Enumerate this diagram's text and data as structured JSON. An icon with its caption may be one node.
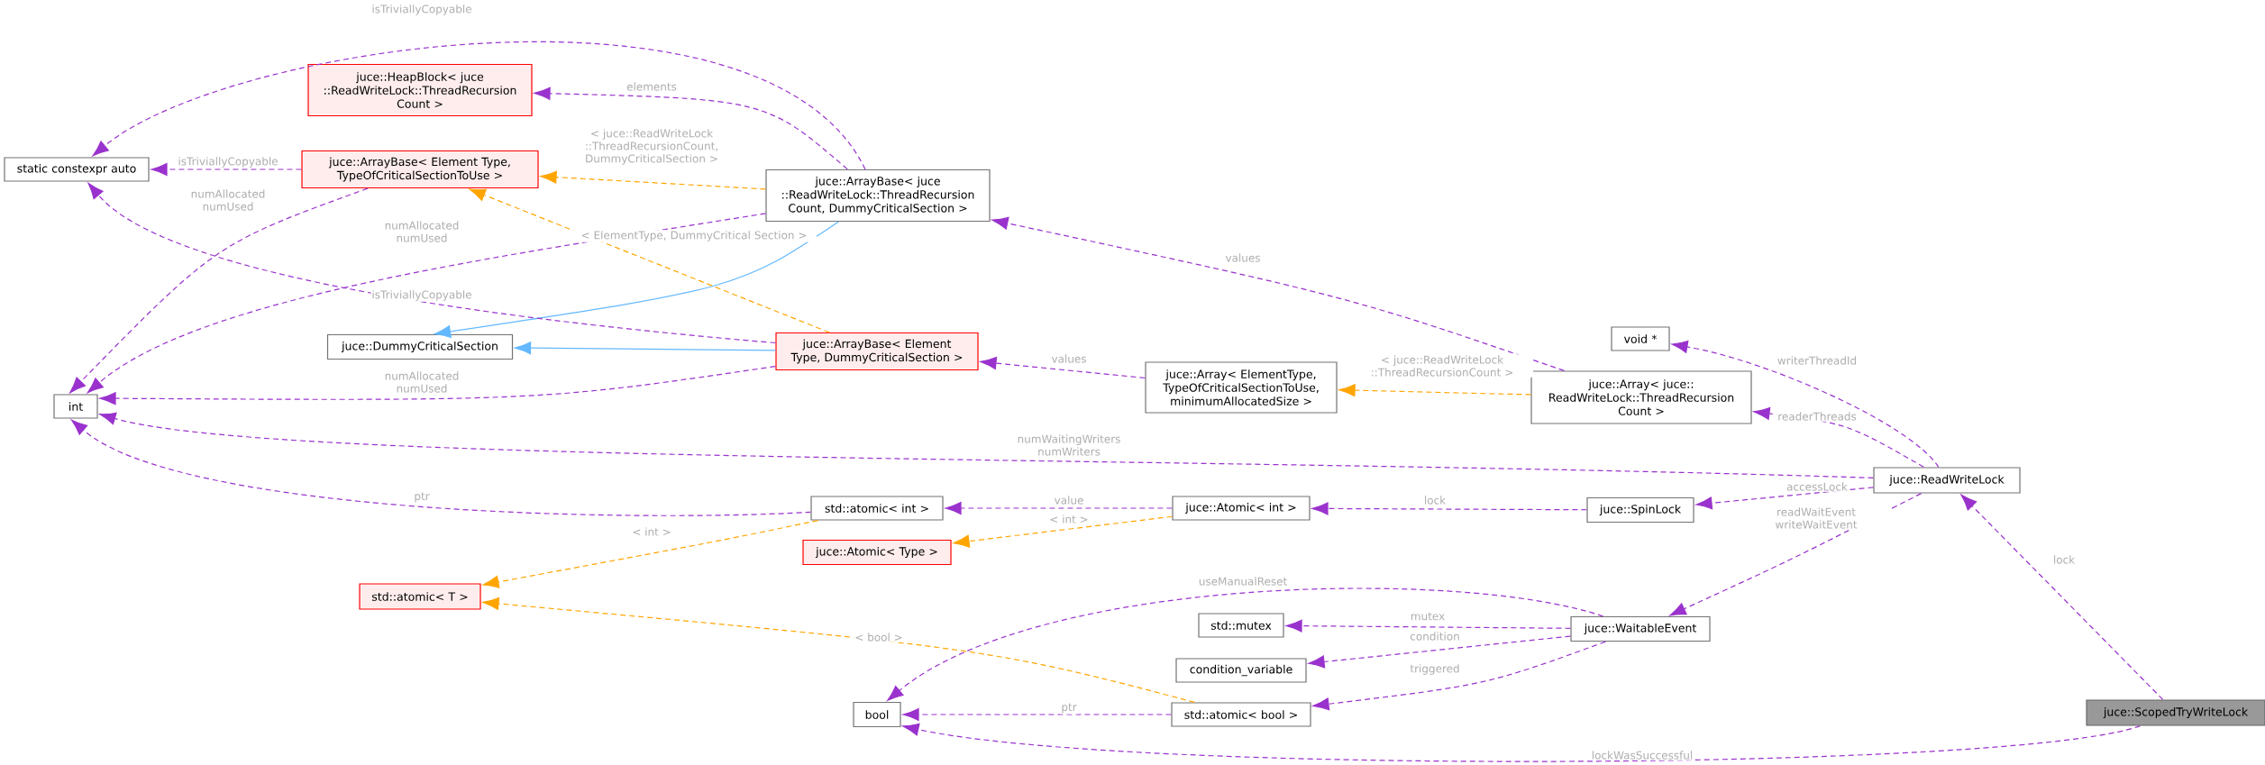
{
  "diagram": {
    "nodes": [
      {
        "text": [
          "juce::ScopedTryWriteLock"
        ]
      },
      {
        "text": [
          "juce::ReadWriteLock"
        ]
      },
      {
        "text": [
          "void *"
        ]
      },
      {
        "text": [
          "juce::Array< juce:: ReadWriteLock::ThreadRecursion Count >"
        ]
      },
      {
        "text": [
          "juce::SpinLock"
        ]
      },
      {
        "text": [
          "juce::WaitableEvent"
        ]
      },
      {
        "text": [
          "juce::Array< ElementType, TypeOfCriticalSectionToUse, minimumAllocatedSize >"
        ]
      },
      {
        "text": [
          "juce::Atomic< int >"
        ]
      },
      {
        "text": [
          "std::mutex"
        ]
      },
      {
        "text": [
          "condition_variable"
        ]
      },
      {
        "text": [
          "std::atomic< bool >"
        ]
      },
      {
        "text": [
          "juce::ArrayBase< juce ::ReadWriteLock::ThreadRecursion Count, DummyCriticalSection >"
        ]
      },
      {
        "text": [
          "juce::ArrayBase< Element Type, DummyCriticalSection >"
        ]
      },
      {
        "text": [
          "std::atomic< int >"
        ]
      },
      {
        "text": [
          "juce::Atomic< Type >"
        ]
      },
      {
        "text": [
          "bool"
        ]
      },
      {
        "text": [
          "juce::HeapBlock< juce ::ReadWriteLock::ThreadRecursion Count >"
        ]
      },
      {
        "text": [
          "juce::ArrayBase< Element Type, TypeOfCriticalSectionToUse >"
        ]
      },
      {
        "text": [
          "juce::DummyCriticalSection"
        ]
      },
      {
        "text": [
          "std::atomic< T >"
        ]
      },
      {
        "text": [
          "static constexpr auto"
        ]
      },
      {
        "text": [
          "int"
        ]
      }
    ],
    "edges": [
      {
        "from": 0,
        "to": 1,
        "arrow": "to",
        "label": "lock",
        "style": "dashed"
      },
      {
        "from": 0,
        "to": 15,
        "arrow": "to",
        "label": "lockWasSuccessful",
        "style": "dashed"
      },
      {
        "from": 1,
        "to": 2,
        "arrow": "to",
        "label": "writerThreadId",
        "style": "dashed"
      },
      {
        "from": 1,
        "to": 3,
        "arrow": "to",
        "label": "readerThreads",
        "style": "dashed"
      },
      {
        "from": 1,
        "to": 21,
        "arrow": "to",
        "label": "numWaitingWriters numWriters",
        "style": "dashed"
      },
      {
        "from": 1,
        "to": 4,
        "arrow": "to",
        "label": "accessLock",
        "style": "dashed"
      },
      {
        "from": 1,
        "to": 5,
        "arrow": "to",
        "label": "readWaitEvent writeWaitEvent",
        "style": "dashed"
      },
      {
        "from": 4,
        "to": 7,
        "arrow": "to",
        "label": "lock",
        "style": "dashed"
      },
      {
        "from": 5,
        "to": 15,
        "arrow": "to",
        "label": "useManualReset",
        "style": "dashed"
      },
      {
        "from": 5,
        "to": 8,
        "arrow": "to",
        "label": "mutex",
        "style": "dashed"
      },
      {
        "from": 5,
        "to": 9,
        "arrow": "to",
        "label": "condition",
        "style": "dashed"
      },
      {
        "from": 5,
        "to": 10,
        "arrow": "to",
        "label": "triggered",
        "style": "dashed"
      },
      {
        "from": 3,
        "to": 11,
        "arrow": "to",
        "label": "values",
        "style": "dashed"
      },
      {
        "from": 3,
        "to": 6,
        "arrow": "to",
        "label": "< juce::ReadWriteLock ::ThreadRecursionCount >",
        "style": "dashed",
        "color": "#ffa500"
      },
      {
        "from": 6,
        "to": 12,
        "arrow": "to",
        "label": "values",
        "style": "dashed"
      },
      {
        "from": 7,
        "to": 13,
        "arrow": "to",
        "label": "value",
        "style": "dashed"
      },
      {
        "from": 7,
        "to": 14,
        "arrow": "to",
        "label": "< int >",
        "style": "dashed",
        "color": "#ffa500"
      },
      {
        "from": 10,
        "to": 15,
        "arrow": "to",
        "label": "ptr",
        "style": "dashed"
      },
      {
        "from": 10,
        "to": 19,
        "arrow": "to",
        "label": "< bool >",
        "style": "dashed",
        "color": "#ffa500"
      },
      {
        "from": 13,
        "to": 21,
        "arrow": "to",
        "label": "ptr",
        "style": "dashed"
      },
      {
        "from": 13,
        "to": 19,
        "arrow": "to",
        "label": "< int >",
        "style": "dashed",
        "color": "#ffa500"
      },
      {
        "from": 11,
        "to": 20,
        "arrow": "to",
        "label": "isTriviallyCopyable",
        "style": "dashed"
      },
      {
        "from": 11,
        "to": 16,
        "arrow": "to",
        "label": "elements",
        "style": "dashed"
      },
      {
        "from": 11,
        "to": 17,
        "arrow": "to",
        "label": "< juce::ReadWriteLock ::ThreadRecursionCount, DummyCriticalSection >",
        "style": "dashed",
        "color": "#ffa500"
      },
      {
        "from": 11,
        "to": 21,
        "arrow": "to",
        "label": "numAllocated numUsed",
        "style": "dashed"
      },
      {
        "from": 11,
        "to": 18,
        "arrow": "to",
        "color": "#63b8ff"
      },
      {
        "from": 12,
        "to": 20,
        "arrow": "to",
        "label": "isTriviallyCopyable",
        "style": "dashed"
      },
      {
        "from": 12,
        "to": 17,
        "arrow": "to",
        "label": "< ElementType, DummyCritical Section >",
        "style": "dashed",
        "color": "#ffa500"
      },
      {
        "from": 12,
        "to": 18,
        "arrow": "to",
        "color": "#63b8ff"
      },
      {
        "from": 12,
        "to": 21,
        "arrow": "to",
        "label": "numAllocated numUsed",
        "style": "dashed"
      },
      {
        "from": 17,
        "to": 20,
        "arrow": "to",
        "label": "isTriviallyCopyable",
        "style": "dashed"
      },
      {
        "from": 17,
        "to": 21,
        "arrow": "to",
        "label": "numAllocated numUsed",
        "style": "dashed"
      }
    ]
  }
}
